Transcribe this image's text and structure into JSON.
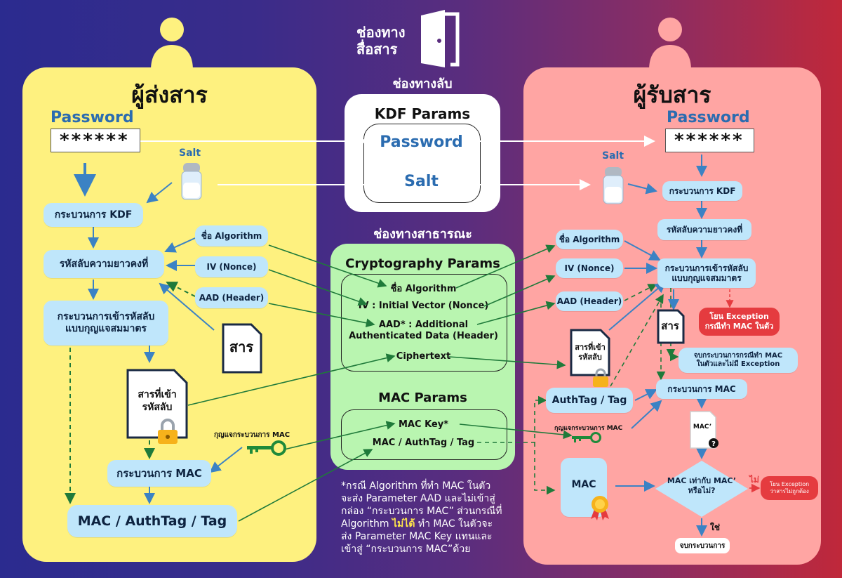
{
  "channel": {
    "title_line1": "ช่องทาง",
    "title_line2": "สื่อสาร"
  },
  "sender": {
    "title": "ผู้ส่งสาร",
    "password_label": "Password",
    "password_value": "******",
    "salt_label": "Salt",
    "kdf": "กระบวนการ KDF",
    "fixed_key": "รหัสลับความยาวคงที่",
    "encrypt": "กระบวนการเข้ารหัสลับ\nแบบกุญแจสมมาตร",
    "algo": "ชื่อ Algorithm",
    "iv": "IV (Nonce)",
    "aad": "AAD (Header)",
    "message": "สาร",
    "ciphertext_doc": "สารที่เข้า\nรหัสลับ",
    "mac_key_label": "กุญแจกระบวนการ MAC",
    "mac_process": "กระบวนการ MAC",
    "mac_output": "MAC / AuthTag / Tag"
  },
  "secret_channel": {
    "heading": "ช่องทางลับ",
    "title": "KDF Params",
    "password": "Password",
    "salt": "Salt"
  },
  "public_channel": {
    "heading": "ช่องทางสาธารณะ",
    "crypto_title": "Cryptography Params",
    "algo": "ชื่อ Algorithm",
    "iv": "IV : Initial Vector (Nonce)",
    "aad": "AAD* : Additional\nAuthenticated Data (Header)",
    "ciphertext": "Ciphertext",
    "mac_title": "MAC Params",
    "mac_key": "MAC Key*",
    "mac_tag": "MAC / AuthTag / Tag"
  },
  "footnote": {
    "line1": "*กรณี Algorithm ที่ทำ MAC ในตัว",
    "line2": "จะส่ง Parameter AAD และไม่เข้าสู่",
    "line3": "กล่อง “กระบวนการ MAC” ส่วนกรณีที่",
    "line4_a": "Algorithm ",
    "line4_b": "ไม่ได้",
    "line4_c": " ทำ MAC ในตัวจะ",
    "line5": "ส่ง Parameter MAC Key แทนและ",
    "line6": "เข้าสู่ “กระบวนการ MAC”ด้วย"
  },
  "receiver": {
    "title": "ผู้รับสาร",
    "password_label": "Password",
    "password_value": "******",
    "salt_label": "Salt",
    "kdf": "กระบวนการ KDF",
    "fixed_key": "รหัสลับความยาวคงที่",
    "decrypt": "กระบวนการเข้ารหัสลับ\nแบบกุญแจสมมาตร",
    "algo": "ชื่อ Algorithm",
    "iv": "IV (Nonce)",
    "aad": "AAD (Header)",
    "ciphertext_doc": "สารที่เข้า\nรหัสลับ",
    "message": "สาร",
    "exception_mac": "โยน Exception\nกรณีทำ MAC ในตัว",
    "end_note": "จบกระบวนการกรณีทำ MAC\nในตัวและไม่มี Exception",
    "authtag": "AuthTag / Tag",
    "mac_key_label": "กุญแจกระบวนการ MAC",
    "mac_process": "กระบวนการ MAC",
    "mac_prime": "MAC’",
    "mac": "MAC",
    "compare": "MAC เท่ากับ MAC’\nหรือไม่?",
    "no": "ไม่",
    "yes": "ใช่",
    "exception_bad": "โยน Exception\nว่าสารไม่ถูกต้อง",
    "end": "จบกระบวนการ"
  },
  "colors": {
    "sender_panel": "#fef17f",
    "receiver_panel": "#ffa5a3",
    "public_panel": "#b9f5b0",
    "pill": "#bfe6fb",
    "blue_arrow": "#3b82c4",
    "green_arrow": "#1f7a3a",
    "red": "#e53b3f",
    "key": "#1f8a3a"
  }
}
